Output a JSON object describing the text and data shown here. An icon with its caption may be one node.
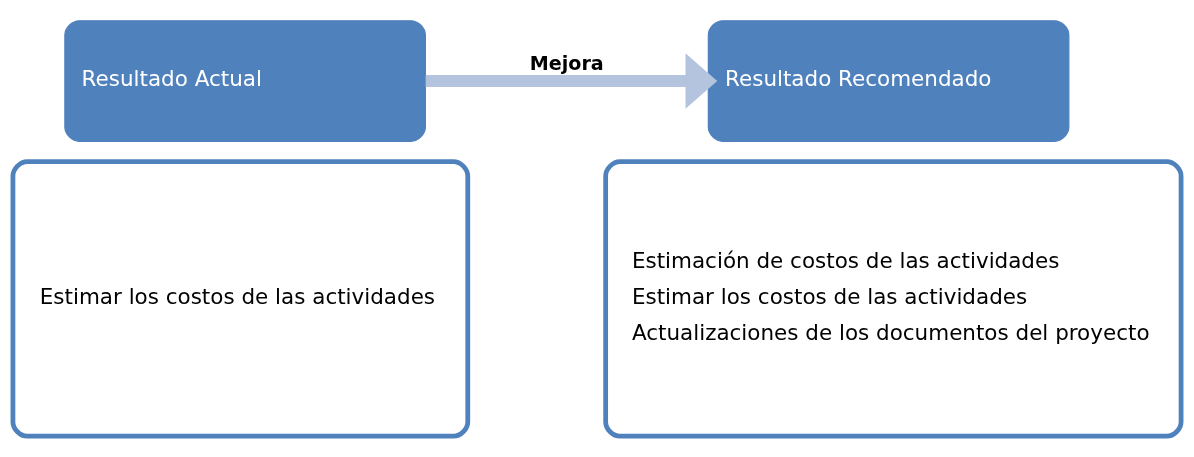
{
  "diagram": {
    "nodes": [
      {
        "text": [
          "Resultado Actual"
        ]
      },
      {
        "text": [
          "Estimar los costos de las actividades"
        ]
      },
      {
        "text": [
          "Resultado Recomendado"
        ]
      },
      {
        "text": [
          "Estimación de costos de las actividades",
          "Estimar los costos de las actividades",
          "Actualizaciones de los documentos del proyecto"
        ]
      }
    ],
    "edges": [
      {
        "from": 0,
        "to": 2,
        "arrow": "to",
        "label": "Mejora"
      }
    ]
  }
}
